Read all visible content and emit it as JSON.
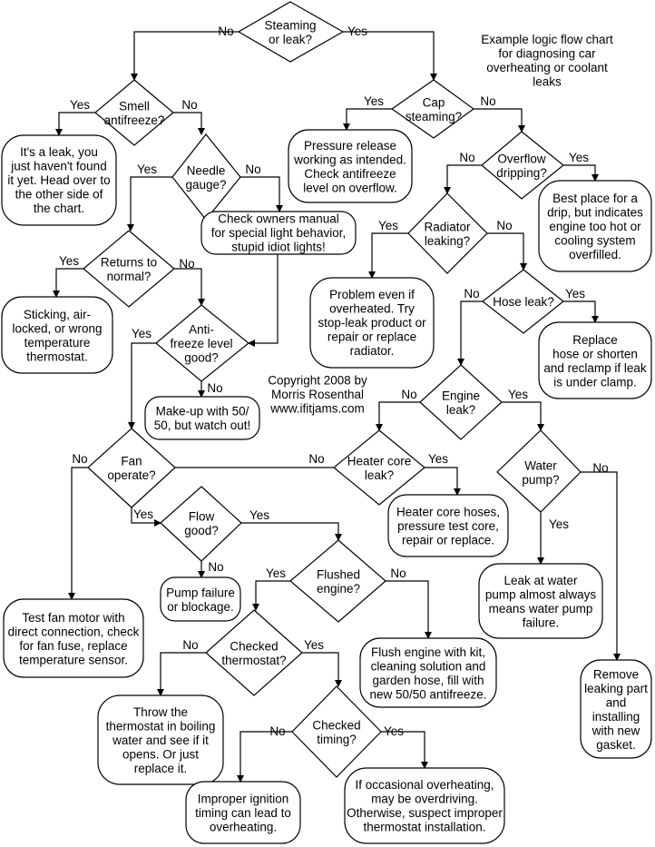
{
  "title": [
    "Example logic flow chart",
    "for diagnosing car",
    "overheating or coolant",
    "leaks"
  ],
  "copyright": [
    "Copyright 2008 by",
    "Morris Rosenthal",
    "www.ifitjams.com"
  ],
  "decisions": {
    "steaming": [
      "Steaming",
      "or leak?"
    ],
    "smell": [
      "Smell",
      "antifreeze?"
    ],
    "cap": [
      "Cap",
      "steaming?"
    ],
    "needle": [
      "Needle",
      "gauge?"
    ],
    "overflow": [
      "Overflow",
      "dripping?"
    ],
    "radiator": [
      "Radiator",
      "leaking?"
    ],
    "returns": [
      "Returns to",
      "normal?"
    ],
    "antifreeze_level": [
      "Anti-",
      "freeze level",
      "good?"
    ],
    "hose": [
      "Hose leak?"
    ],
    "engine_leak": [
      "Engine",
      "leak?"
    ],
    "fan": [
      "Fan",
      "operate?"
    ],
    "heater": [
      "Heater core",
      "leak?"
    ],
    "water_pump": [
      "Water",
      "pump?"
    ],
    "flow": [
      "Flow",
      "good?"
    ],
    "flushed": [
      "Flushed",
      "engine?"
    ],
    "checked_thermostat": [
      "Checked",
      "thermostat?"
    ],
    "checked_timing": [
      "Checked",
      "timing?"
    ]
  },
  "outcomes": {
    "leak_not_found": [
      "It's a leak, you",
      "just haven't found",
      "it yet. Head over to",
      "the other side of",
      "the chart."
    ],
    "pressure_release": [
      "Pressure release",
      "working as intended.",
      "Check antifreeze",
      "level on overflow."
    ],
    "drip_place": [
      "Best place for a",
      "drip, but indicates",
      "engine too hot or",
      "cooling system",
      "overfilled."
    ],
    "owners_manual": [
      "Check owners manual",
      "for special light behavior,",
      "stupid idiot lights!"
    ],
    "problem_even": [
      "Problem even if",
      "overheated. Try",
      "stop-leak product or",
      "repair or replace",
      "radiator."
    ],
    "sticking": [
      "Sticking, air-",
      "locked, or wrong",
      "temperature",
      "thermostat."
    ],
    "replace_hose": [
      "Replace",
      "hose or shorten",
      "and reclamp if leak",
      "is under clamp."
    ],
    "makeup": [
      "Make-up with 50/",
      "50, but watch out!"
    ],
    "heater_hoses": [
      "Heater core hoses,",
      "pressure test core,",
      "repair or replace."
    ],
    "pump_failure": [
      "Pump failure",
      "or blockage."
    ],
    "water_pump_leak": [
      "Leak at water",
      "pump almost always",
      "means water pump",
      "failure."
    ],
    "test_fan": [
      "Test fan motor with",
      "direct connection, check",
      "for fan fuse, replace",
      "temperature sensor."
    ],
    "flush_engine": [
      "Flush engine with kit,",
      "cleaning solution and",
      "garden hose, fill with",
      "new 50/50 antifreeze."
    ],
    "remove_part": [
      "Remove",
      "leaking part",
      "and",
      "installing",
      "with new",
      "gasket."
    ],
    "throw_thermostat": [
      "Throw the",
      "thermostat in boiling",
      "water and see if it",
      "opens. Or just",
      "replace it."
    ],
    "ignition_timing": [
      "Improper ignition",
      "timing can lead to",
      "overheating."
    ],
    "occasional": [
      "If occasional overheating,",
      "may be overdriving.",
      "Otherwise, suspect improper",
      "thermostat installation."
    ]
  },
  "labels": {
    "steaming_no": "No",
    "steaming_yes": "Yes",
    "smell_yes": "Yes",
    "smell_no": "No",
    "cap_yes": "Yes",
    "cap_no": "No",
    "needle_yes": "Yes",
    "needle_no": "No",
    "overflow_no": "No",
    "overflow_yes": "Yes",
    "radiator_yes": "Yes",
    "radiator_no": "No",
    "returns_yes": "Yes",
    "returns_no": "No",
    "antifreeze_yes": "Yes",
    "antifreeze_no": "No",
    "hose_no": "No",
    "hose_yes": "Yes",
    "engine_no": "No",
    "engine_yes": "Yes",
    "fan_no": "No",
    "fan_yes": "Yes",
    "heater_no": "No",
    "heater_yes": "Yes",
    "pump_no": "No",
    "pump_yes": "Yes",
    "flow_yes": "Yes",
    "flow_no": "No",
    "flushed_yes": "Yes",
    "flushed_no": "No",
    "thermostat_no": "No",
    "thermostat_yes": "Yes",
    "timing_no": "No",
    "timing_yes": "Yes"
  }
}
